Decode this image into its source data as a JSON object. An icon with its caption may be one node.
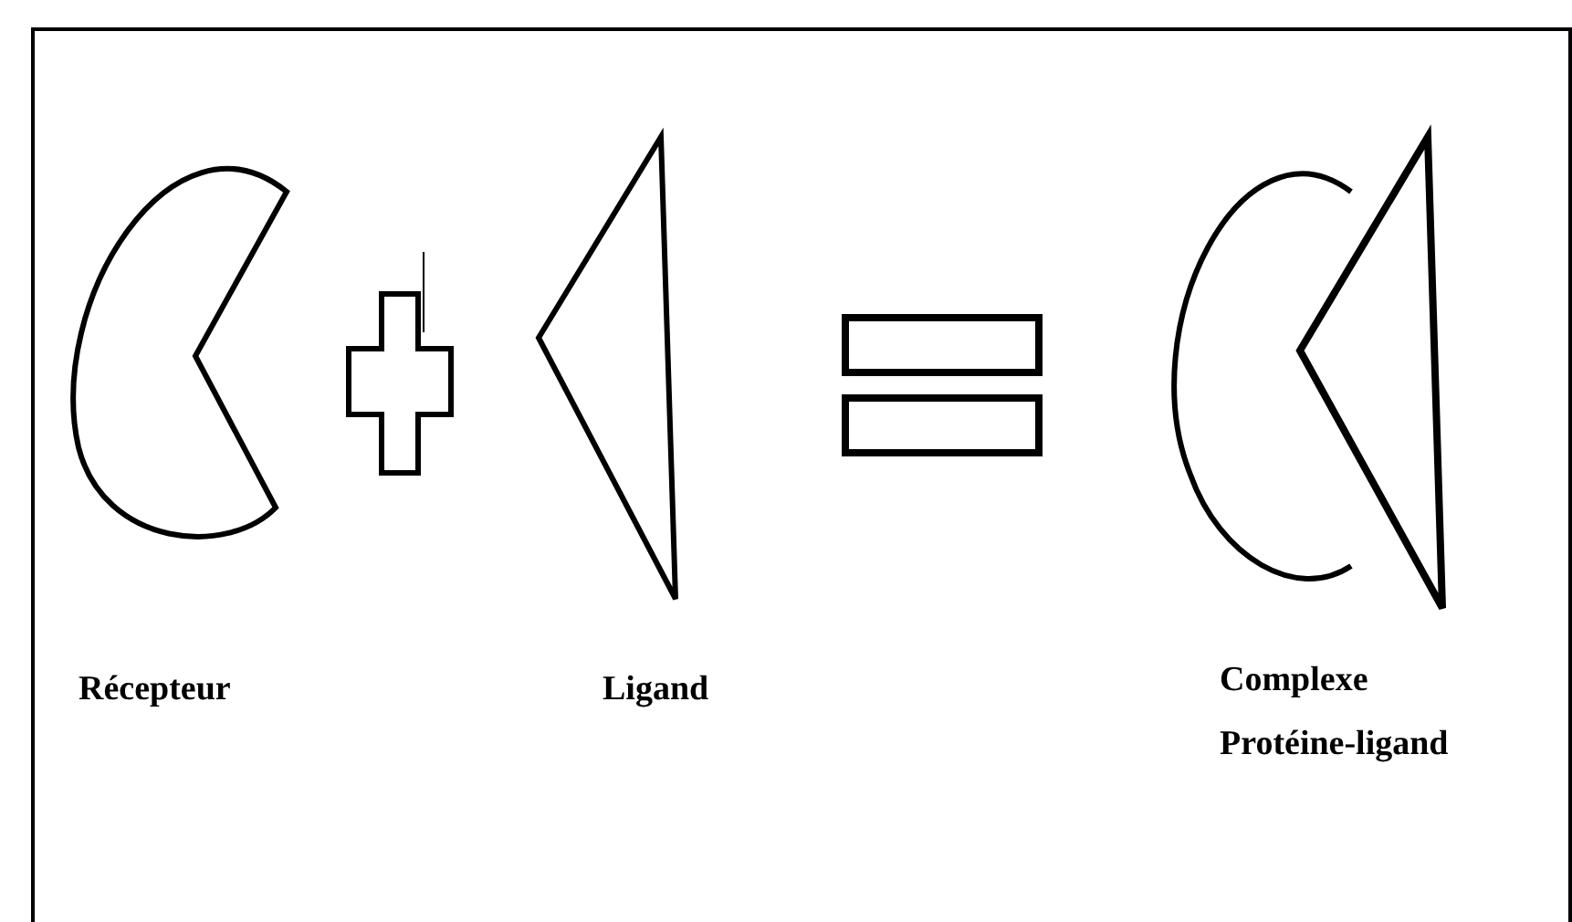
{
  "diagram": {
    "nodes": [
      {
        "text": [
          "Récepteur"
        ]
      },
      {
        "text": [],
        "shape": "plus"
      },
      {
        "text": [
          "Ligand"
        ]
      },
      {
        "text": [],
        "shape": "equals"
      },
      {
        "text": [
          "Complexe Protéine-ligand"
        ]
      }
    ]
  }
}
